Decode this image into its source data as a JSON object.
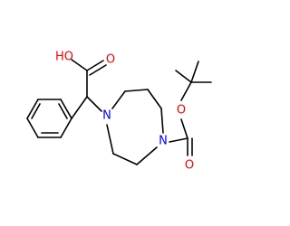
{
  "molecule": {
    "atoms": {
      "hydroxyl": "HO",
      "carbonyl_oxygen_acid": "O",
      "ring_nitrogen_1": "N",
      "ring_nitrogen_4": "N",
      "carbonyl_oxygen_boc": "O",
      "ester_oxygen_boc": "O"
    }
  },
  "colors": {
    "oxygen": "#ff0000",
    "nitrogen": "#0000ff",
    "bond": "#000000",
    "background": "#ffffff"
  }
}
